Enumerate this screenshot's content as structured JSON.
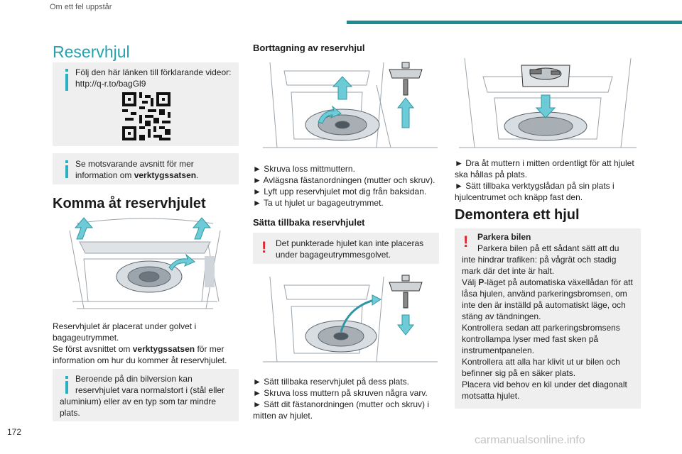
{
  "header": {
    "section": "Om ett fel uppstår"
  },
  "page_number": "172",
  "watermark": "carmanualsonline.info",
  "col1": {
    "title": "Reservhjul",
    "info1": {
      "line1": "Följ den här länken till förklarande videor:",
      "line2": "http://q-r.to/bagGl9"
    },
    "info2": {
      "line1": "Se motsvarande avsnitt för mer",
      "line2_pre": "information om ",
      "line2_bold": "verktygssatsen",
      "line2_post": "."
    },
    "heading": "Komma åt reservhjulet",
    "para": {
      "line1": "Reservhjulet är placerat under golvet i",
      "line2": "bagageutrymmet.",
      "line3_pre": "Se först avsnittet om ",
      "line3_bold": "verktygssatsen",
      "line3_post": " för mer",
      "line4": "information om hur du kommer åt reservhjulet."
    },
    "info3": {
      "line1": "Beroende på din bilversion kan",
      "line2": "reservhjulet vara normalstort i (stål eller",
      "line3": "aluminium) eller av en typ som tar mindre",
      "line4": "plats."
    }
  },
  "col2": {
    "heading1": "Borttagning av reservhjul",
    "steps1": [
      "► Skruva loss mittmuttern.",
      "► Avlägsna fästanordningen (mutter och skruv).",
      "► Lyft upp reservhjulet mot dig från baksidan.",
      "► Ta ut hjulet ur bagageutrymmet."
    ],
    "heading2": "Sätta tillbaka reservhjulet",
    "warn": {
      "line1": "Det punkterade hjulet kan inte placeras",
      "line2": "under bagageutrymmesgolvet."
    },
    "steps2": [
      "► Sätt tillbaka reservhjulet på dess plats.",
      "► Skruva loss muttern på skruven några varv.",
      "► Sätt dit fästanordningen (mutter och skruv) i",
      "mitten av hjulet."
    ]
  },
  "col3": {
    "steps": [
      "► Dra åt muttern i mitten ordentligt för att hjulet",
      "ska hållas på plats.",
      "► Sätt tillbaka verktygslådan på sin plats i",
      "hjulcentrumet och knäpp fast den."
    ],
    "heading": "Demontera ett hjul",
    "warn": {
      "title": "Parkera bilen",
      "line1": "Parkera bilen på ett sådant sätt att du",
      "line2": "inte hindrar trafiken: på vågrät och stadig",
      "line3": "mark där det inte är halt.",
      "line4_pre": "Välj ",
      "line4_bold": "P",
      "line4_post": "-läget på automatiska växellådan för att",
      "line5": "låsa hjulen, använd parkeringsbromsen, om",
      "line6": "inte den är inställd på automatiskt läge, och",
      "line7": "stäng av tändningen.",
      "line8": "Kontrollera sedan att parkeringsbromsens",
      "line9": "kontrollampa lyser med fast sken på",
      "line10": "instrumentpanelen.",
      "line11": "Kontrollera att alla har klivit ut ur bilen och",
      "line12": "befinner sig på en säker plats.",
      "line13": "Placera vid behov en kil under det diagonalt",
      "line14": "motsatta hjulet."
    }
  },
  "colors": {
    "accent": "#26a1ad",
    "info_bar": "#2ab0c1",
    "warning": "#e0242f",
    "box_bg": "#efefef"
  },
  "icons": [
    "info-icon",
    "warning-icon",
    "qr-code-icon"
  ]
}
